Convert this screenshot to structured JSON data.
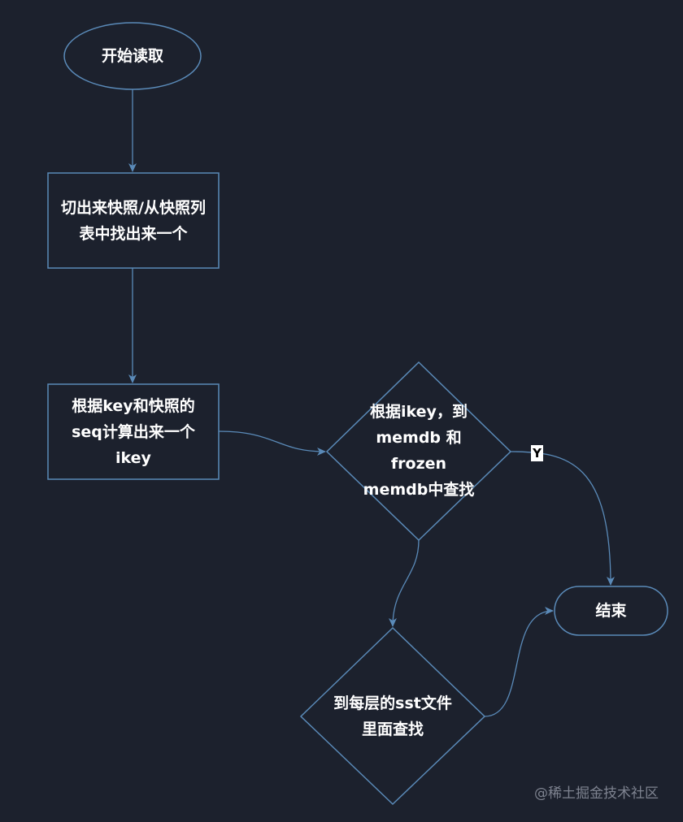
{
  "nodes": {
    "start": "开始读取",
    "snapshot": "切出来快照/从快照列表中找出来一个",
    "compute_ikey": "根据key和快照的seq计算出来一个ikey",
    "search_memdb": "根据ikey，到memdb 和frozen memdb中查找",
    "search_sst": "到每层的sst文件里面查找",
    "end": "结束"
  },
  "edge_labels": {
    "found": "Y"
  },
  "watermark": "@稀土掘金技术社区",
  "colors": {
    "background": "#1c212d",
    "stroke": "#5a8ab8",
    "text": "#ffffff"
  }
}
